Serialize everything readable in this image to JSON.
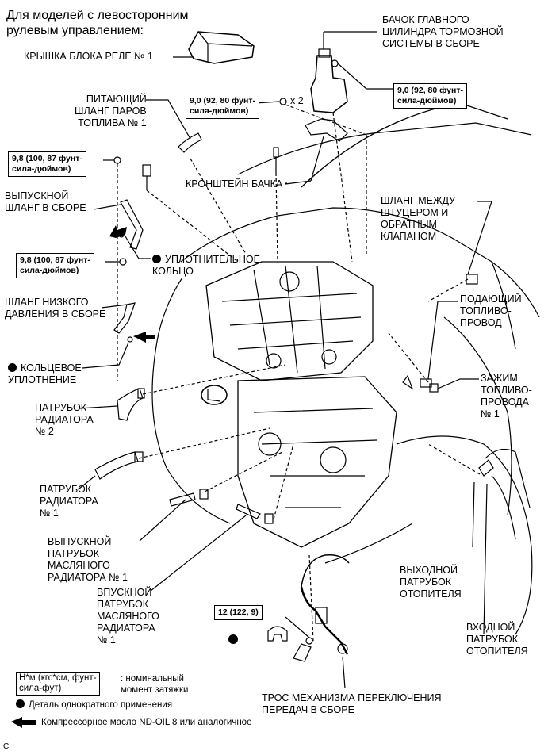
{
  "heading": "Для моделей с левосторонним\nрулевым управлением:",
  "labels": {
    "relay_cover": "КРЫШКА БЛОКА РЕЛЕ № 1",
    "brake_reservoir": "БАЧОК ГЛАВНОГО\nЦИЛИНДРА ТОРМОЗНОЙ\nСИСТЕМЫ В СБОРЕ",
    "vapor_hose": "ПИТАЮЩИЙ\nШЛАНГ ПАРОВ\nТОПЛИВА № 1",
    "x2": "x 2",
    "tank_bracket": "КРОНШТЕЙН БАЧКА",
    "outlet_hose": "ВЫПУСКНОЙ\nШЛАНГ В СБОРЕ",
    "seal_ring": "УПЛОТНИТЕЛЬНОЕ\nКОЛЬЦО",
    "low_pressure_hose": "ШЛАНГ НИЗКОГО\nДАВЛЕНИЯ В СБОРЕ",
    "o_ring": "КОЛЬЦЕВОЕ\nУПЛОТНЕНИЕ",
    "union_hose": "ШЛАНГ МЕЖДУ\nШТУЦЕРОМ И\nОБРАТНЫМ\nКЛАПАНОМ",
    "fuel_feed": "ПОДАЮЩИЙ\nТОПЛИВО-\nПРОВОД",
    "fuel_clamp": "ЗАЖИМ\nТОПЛИВО-\nПРОВОДА\n№ 1",
    "radiator_hose_2": "ПАТРУБОК\nРАДИАТОРА\n№ 2",
    "radiator_hose_1": "ПАТРУБОК\nРАДИАТОРА\n№ 1",
    "oil_cooler_outlet": "ВЫПУСКНОЙ\nПАТРУБОК\nМАСЛЯНОГО\nРАДИАТОРА № 1",
    "heater_outlet": "ВЫХОДНОЙ\nПАТРУБОК\nОТОПИТЕЛЯ",
    "oil_cooler_inlet": "ВПУСКНОЙ\nПАТРУБОК\nМАСЛЯНОГО\nРАДИАТОРА\n№ 1",
    "heater_inlet": "ВХОДНОЙ\nПАТРУБОК\nОТОПИТЕЛЯ",
    "shift_cable": "ТРОС МЕХАНИЗМА ПЕРЕКЛЮЧЕНИЯ\nПЕРЕДАЧ В СБОРЕ"
  },
  "torques": {
    "t_bracket": "9,0 (92, 80 фунт-\nсила-дюймов)",
    "t_reservoir": "9,0 (92, 80 фунт-\nсила-дюймов)",
    "t_outlet": "9,8 (100, 87 фунт-\nсила-дюймов)",
    "t_lowpress": "9,8 (100, 87 фунт-\nсила-дюймов)",
    "t_cable": "12 (122, 9)"
  },
  "legend": {
    "torque_box": "Н*м (кгс*см, фунт-\nсила-фут)",
    "torque_text": ": номинальный\nмомент затяжки",
    "non_reusable": "Деталь однократного применения",
    "compressor_oil": "Компрессорное масло ND-OIL 8 или аналогичное"
  },
  "corner_mark": "C"
}
